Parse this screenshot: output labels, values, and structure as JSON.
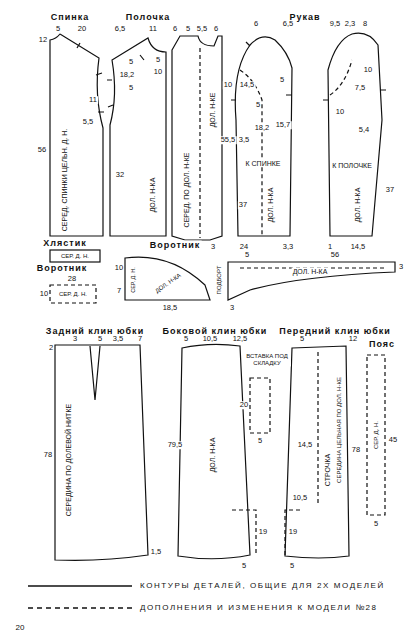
{
  "diagram": {
    "labels": [
      "Спинка",
      "5",
      "20",
      "12",
      "56",
      "11",
      "5,5",
      "СЕРЕД. СПИНКИ ЦЕЛЬН. Д. Н.",
      "Полочка",
      "6,5",
      "11",
      "5",
      "18,2",
      "5",
      "5",
      "10",
      "32",
      "ДОЛ. Н-КА",
      "6",
      "5",
      "5,5",
      "6",
      "10",
      "55,5",
      "ДОЛ. Н-КЕ",
      "СЕРЕД. ПО ДОЛ. Н-КЕ",
      "3",
      "3",
      "Рукав",
      "6",
      "6,5",
      "14,5",
      "5",
      "5",
      "3,5",
      "18,2",
      "15,7",
      "К СПИНКЕ",
      "ДОЛ. Н-КА",
      "37",
      "24",
      "3,3",
      "9,5",
      "2,3",
      "8",
      "10",
      "7,5",
      "5,4",
      "10",
      "К ПОЛОЧКЕ",
      "ДОЛ. Н-КА",
      "37",
      "1",
      "14,5",
      "Хлястик",
      "СЕР. Д. Н.",
      "Воротник",
      "28",
      "10",
      "СЕР. Д. Н.",
      "Воротник",
      "10",
      "7",
      "18,5",
      "СЕР. Д. Н.",
      "ДОЛ. Н-КА",
      "5",
      "56",
      "3",
      "3",
      "ПОДБОРТ",
      "ДОЛ. Н-КА",
      "Задний клин юбки",
      "2",
      "3",
      "5",
      "3,5",
      "7",
      "78",
      "1,5",
      "СЕРЕДИНА ПО ДОЛЕВОЙ НИТКЕ",
      "Боковой клин юбки",
      "5",
      "10,5",
      "12,5",
      "79,5",
      "ДОЛ. Н-КА",
      "ВСТАВКА ПОД СКЛАДКУ",
      "20",
      "5",
      "19",
      "5",
      "Передний клин юбки",
      "12",
      "5",
      "78",
      "14,5",
      "СТРОЧКА",
      "СЕРЕДИНА ЦЕЛЬНАЯ ПО ДОЛ. Н-КЕ",
      "10,5",
      "19",
      "5",
      "Пояс",
      "СЕР. Д. Н.",
      "45",
      "5",
      "20"
    ],
    "legend": [
      {
        "text": "КОНТУРЫ ДЕТАЛЕЙ, ОБЩИЕ ДЛЯ 2Х МОДЕЛЕЙ"
      },
      {
        "text": "ДОПОЛНЕНИЯ И ИЗМЕНЕНИЯ К МОДЕЛИ №28"
      }
    ]
  }
}
